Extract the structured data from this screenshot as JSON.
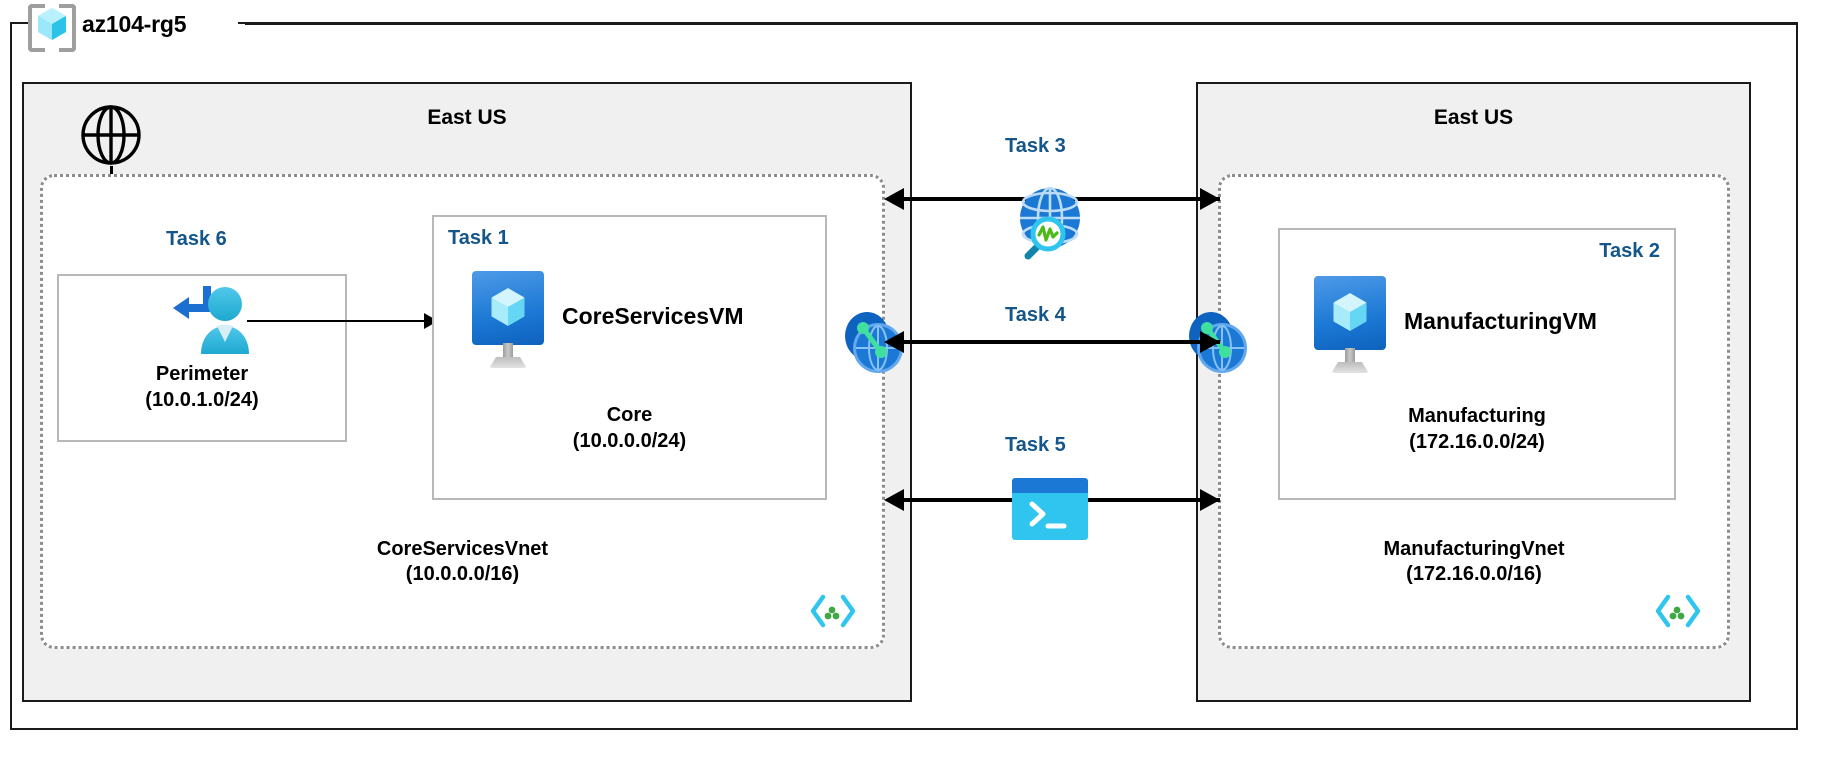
{
  "diagram": {
    "title": "az104-rg5",
    "resource_group_icon": "resource-group-cube-icon"
  },
  "regions": [
    {
      "id": "left",
      "title": "East US",
      "vnet": {
        "name": "CoreServicesVnet",
        "cidr": "(10.0.0.0/16)"
      },
      "subnets": [
        {
          "id": "perimeter",
          "task": "Task 6",
          "name": "Perimeter",
          "cidr": "(10.0.1.0/24)",
          "icon": "user-access-icon"
        },
        {
          "id": "core",
          "task": "Task 1",
          "name": "Core",
          "cidr": "(10.0.0.0/24)",
          "vm": "CoreServicesVM",
          "icon": "virtual-machine-icon"
        }
      ]
    },
    {
      "id": "right",
      "title": "East US",
      "vnet": {
        "name": "ManufacturingVnet",
        "cidr": "(172.16.0.0/16)"
      },
      "subnets": [
        {
          "id": "manufacturing",
          "task": "Task 2",
          "name": "Manufacturing",
          "cidr": "(172.16.0.0/24)",
          "vm": "ManufacturingVM",
          "icon": "virtual-machine-icon"
        }
      ]
    }
  ],
  "connectors": [
    {
      "id": "task3",
      "label": "Task 3",
      "icon": "network-watcher-icon",
      "direction": "bidirectional"
    },
    {
      "id": "task4",
      "label": "Task 4",
      "icon": "vnet-peering-icon",
      "direction": "bidirectional"
    },
    {
      "id": "task5",
      "label": "Task 5",
      "icon": "cloud-shell-icon",
      "direction": "bidirectional"
    }
  ],
  "internet": {
    "icon": "internet-globe-icon"
  },
  "colors": {
    "task_label": "#14558a",
    "panel_background": "#f0f0f0",
    "vnet_border": "#8c8c8c",
    "azure_blue": "#1b78d4",
    "accent_cyan": "#2fc5ee",
    "peering_green": "#3fdfa0"
  }
}
